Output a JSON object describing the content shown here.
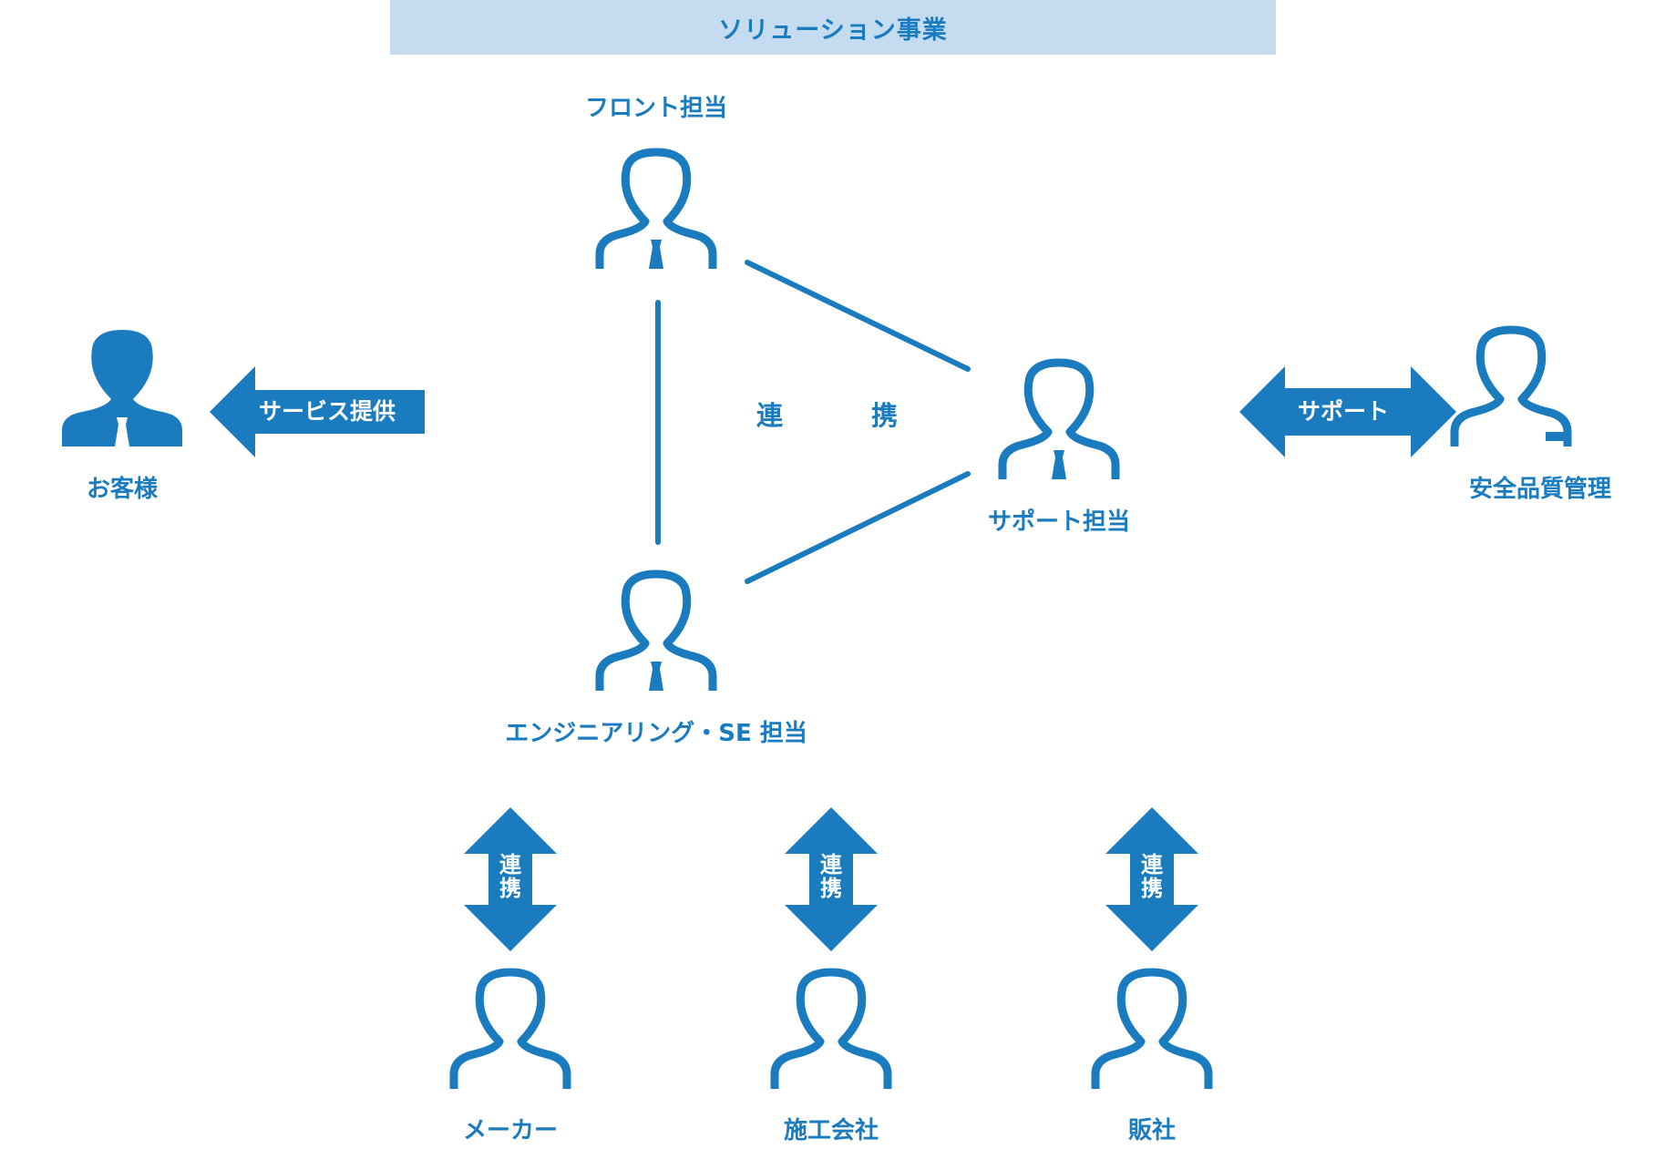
{
  "diagram": {
    "title": "ソリューション事業",
    "center_label": "連　携",
    "roles": {
      "front": "フロント担当",
      "support": "サポート担当",
      "engineering": "エンジニアリング・SE 担当",
      "customer": "お客様",
      "quality": "安全品質管理",
      "maker": "メーカー",
      "contractor": "施工会社",
      "dealer": "販社"
    },
    "arrows": {
      "service": "サービス提供",
      "support": "サポート",
      "coop_top": "連",
      "coop_bottom": "携"
    },
    "colors": {
      "primary": "#1a7bbf",
      "header_bg": "#c5dcf0",
      "background": "#ffffff"
    },
    "icons": {
      "person_outline_tie": "person-outline-with-tie-icon",
      "person_solid": "person-solid-icon",
      "person_outline_badge": "person-outline-with-badge-icon",
      "person_outline": "person-outline-icon"
    }
  }
}
